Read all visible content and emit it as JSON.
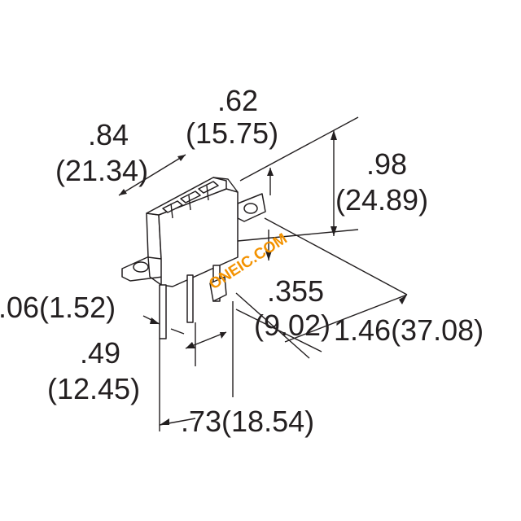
{
  "drawing": {
    "dimensions": {
      "width_in": ".62",
      "width_mm": "(15.75)",
      "length_in": ".84",
      "length_mm": "(21.34)",
      "height_in": ".98",
      "height_mm": "(24.89)",
      "pitch_in": ".355",
      "pitch_mm": "(9.02)",
      "overall": "1.46(37.08)",
      "pin_width": ".06(1.52)",
      "pin_len_in": ".49",
      "pin_len_mm": "(12.45)",
      "base": ".73(18.54)"
    },
    "watermark": "ONEIC.COM"
  }
}
